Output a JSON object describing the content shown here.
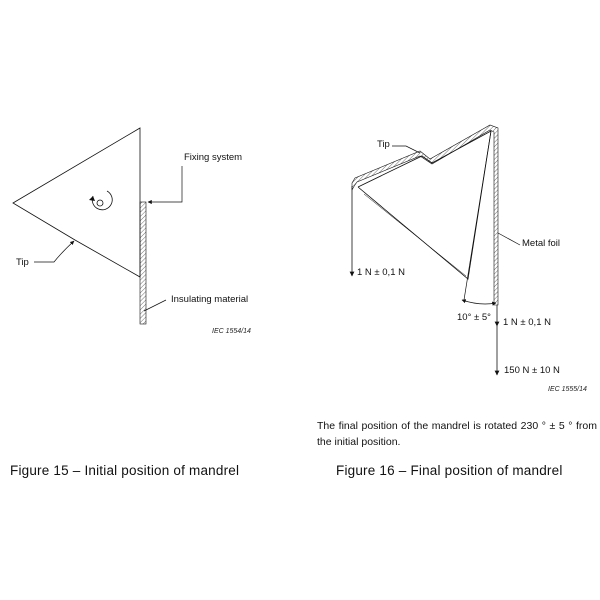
{
  "figure15": {
    "labels": {
      "fixing_system": "Fixing system",
      "tip": "Tip",
      "insulating_material": "Insulating material"
    },
    "reference": "IEC  1554/14",
    "caption": "Figure 15 – Initial position of mandrel"
  },
  "figure16": {
    "labels": {
      "tip": "Tip",
      "metal_foil": "Metal foil",
      "angle": "10° ± 5°",
      "force_left": "1 N ± 0,1 N",
      "force_right": "1 N ± 0,1 N",
      "force_bottom": "150 N ± 10 N"
    },
    "reference": "IEC  1555/14",
    "note": "The final position of the mandrel is rotated 230 ° ± 5 ° from the initial position.",
    "caption": "Figure 16 – Final position of mandrel"
  },
  "colors": {
    "line": "#111111",
    "hatch": "#333333"
  }
}
